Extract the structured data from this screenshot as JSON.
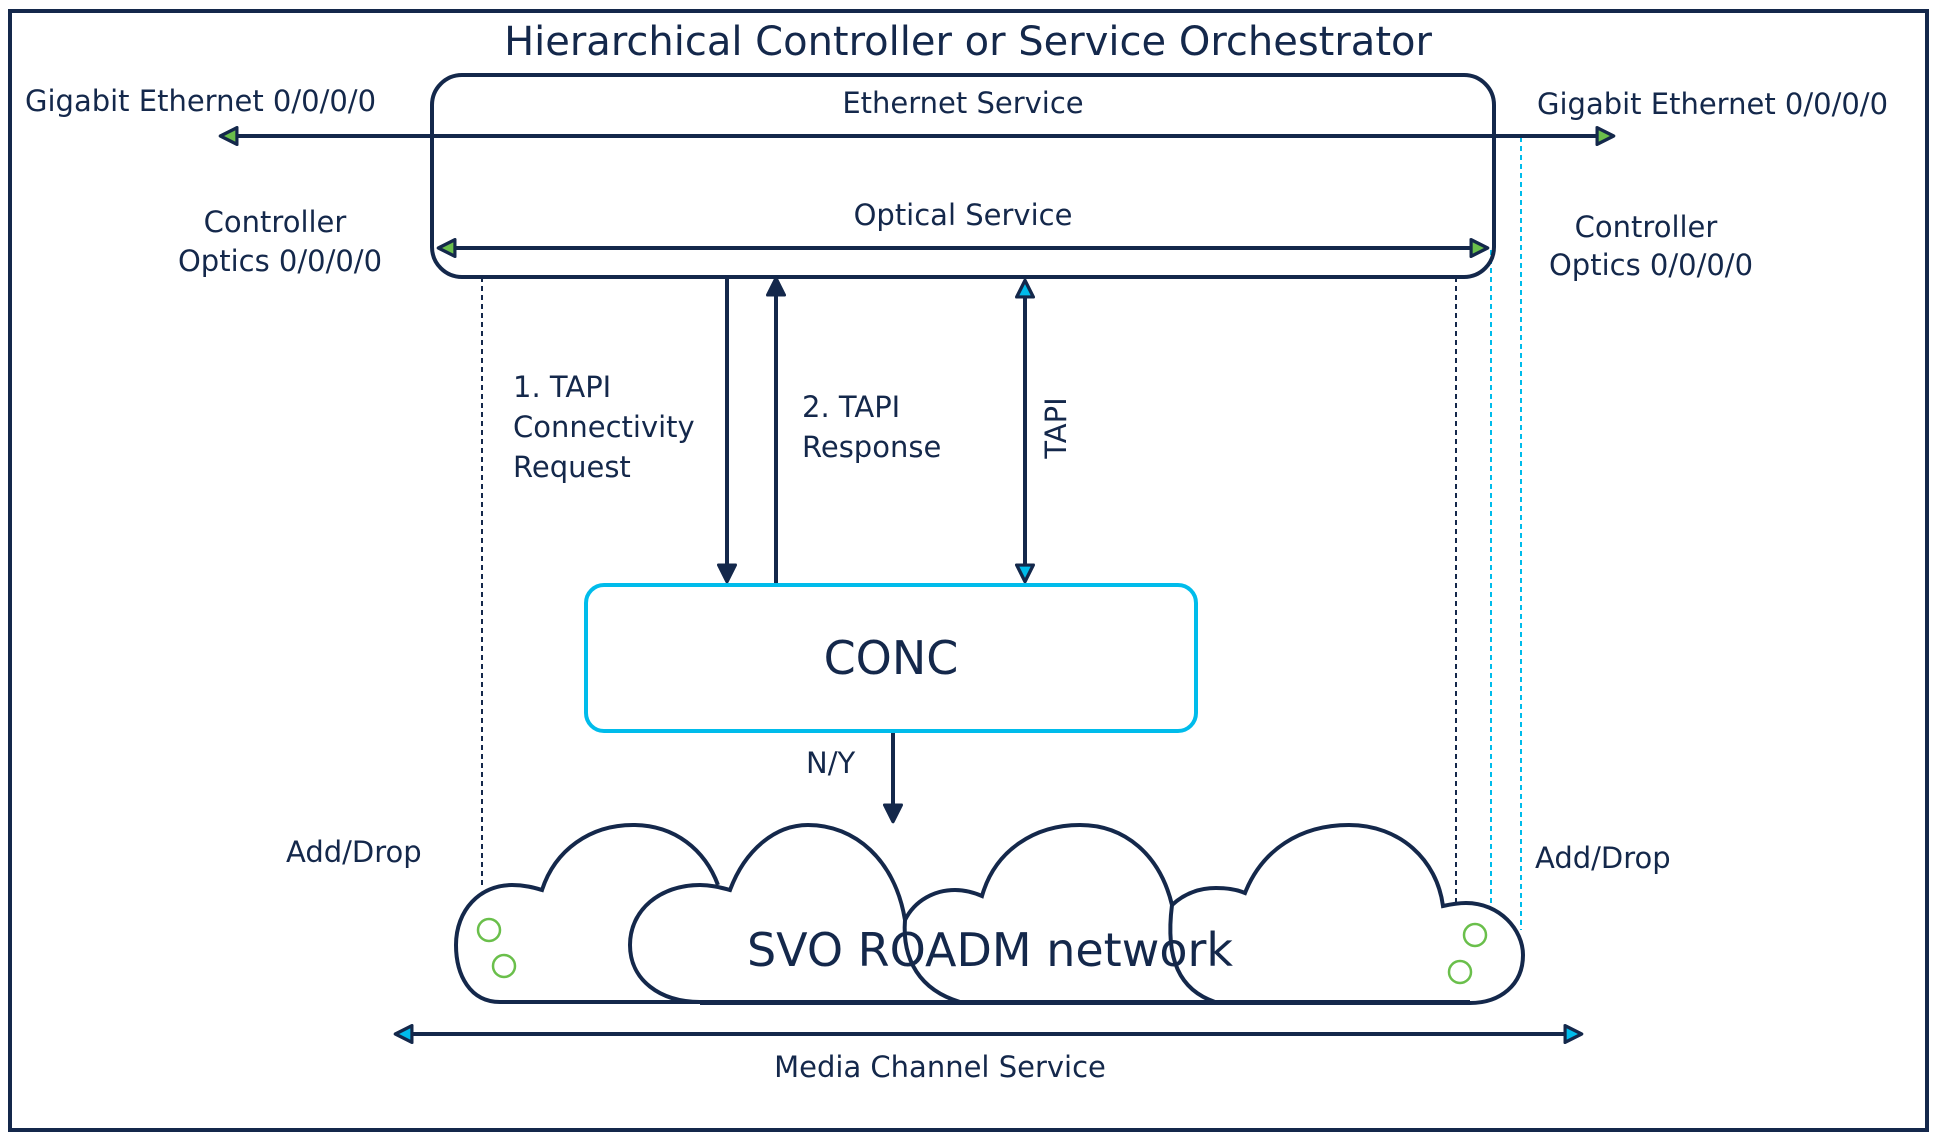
{
  "diagram": {
    "title": "Hierarchical Controller or Service Orchestrator",
    "colors": {
      "primary": "#14284b",
      "accent_cyan": "#00bceb",
      "accent_green": "#6abf4b",
      "background": "#ffffff"
    },
    "orchestrator_box": {
      "ethernet_service_label": "Ethernet Service",
      "optical_service_label": "Optical Service"
    },
    "left_endpoint": {
      "ethernet_label": "Gigabit Ethernet 0/0/0/0",
      "optics_label_line1": "Controller",
      "optics_label_line2": "Optics 0/0/0/0",
      "add_drop_label": "Add/Drop"
    },
    "right_endpoint": {
      "ethernet_label": "Gigabit Ethernet 0/0/0/0",
      "optics_label_line1": "Controller",
      "optics_label_line2": "Optics 0/0/0/0",
      "add_drop_label": "Add/Drop"
    },
    "flows": {
      "request_line1": "1. TAPI",
      "request_line2": "Connectivity",
      "request_line3": "Request",
      "response_line1": "2. TAPI",
      "response_line2": "Response",
      "tapi_label": "TAPI",
      "ny_label": "N/Y"
    },
    "conc_box": {
      "label": "CONC"
    },
    "cloud": {
      "label": "SVO ROADM network"
    },
    "media_channel": {
      "label": "Media Channel Service"
    }
  }
}
